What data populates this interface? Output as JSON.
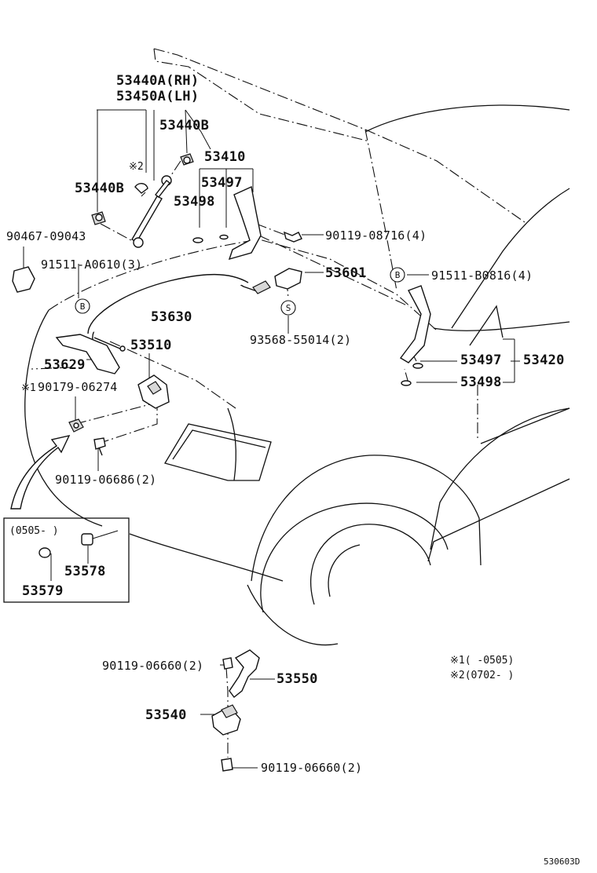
{
  "parts": {
    "p53440a": "53440A(RH)",
    "p53450a": "53450A(LH)",
    "p53440b_top": "53440B",
    "p53410": "53410",
    "p53440b_left": "53440B",
    "p53497_top": "53497",
    "p53498_top": "53498",
    "p90467": "90467-09043",
    "p90119_08716": "90119-08716(4)",
    "p91511_a0610": "91511-A0610(3)",
    "p53601": "53601",
    "p91511_b0816": "91511-B0816(4)",
    "p53630": "53630",
    "p93568": "93568-55014(2)",
    "p53510": "53510",
    "p53629": "53629",
    "p53497_right": "53497",
    "p53420": "53420",
    "p53498_right": "53498",
    "p90179": "90179-06274",
    "p90119_06686": "90119-06686(2)",
    "p53578": "53578",
    "p53579": "53579",
    "p90119_06660_a": "90119-06660(2)",
    "p53550": "53550",
    "p53540": "53540",
    "p90119_06660_b": "90119-06660(2)"
  },
  "markers": {
    "ref2": "※2",
    "ref1": "※1",
    "b_left": "B",
    "b_right": "B",
    "s_mark": "S"
  },
  "inset": {
    "range": "(0505-     )"
  },
  "notes": {
    "note1": "※1(      -0505)",
    "note2": "※2(0702-      )"
  },
  "figure_code": "530603D"
}
